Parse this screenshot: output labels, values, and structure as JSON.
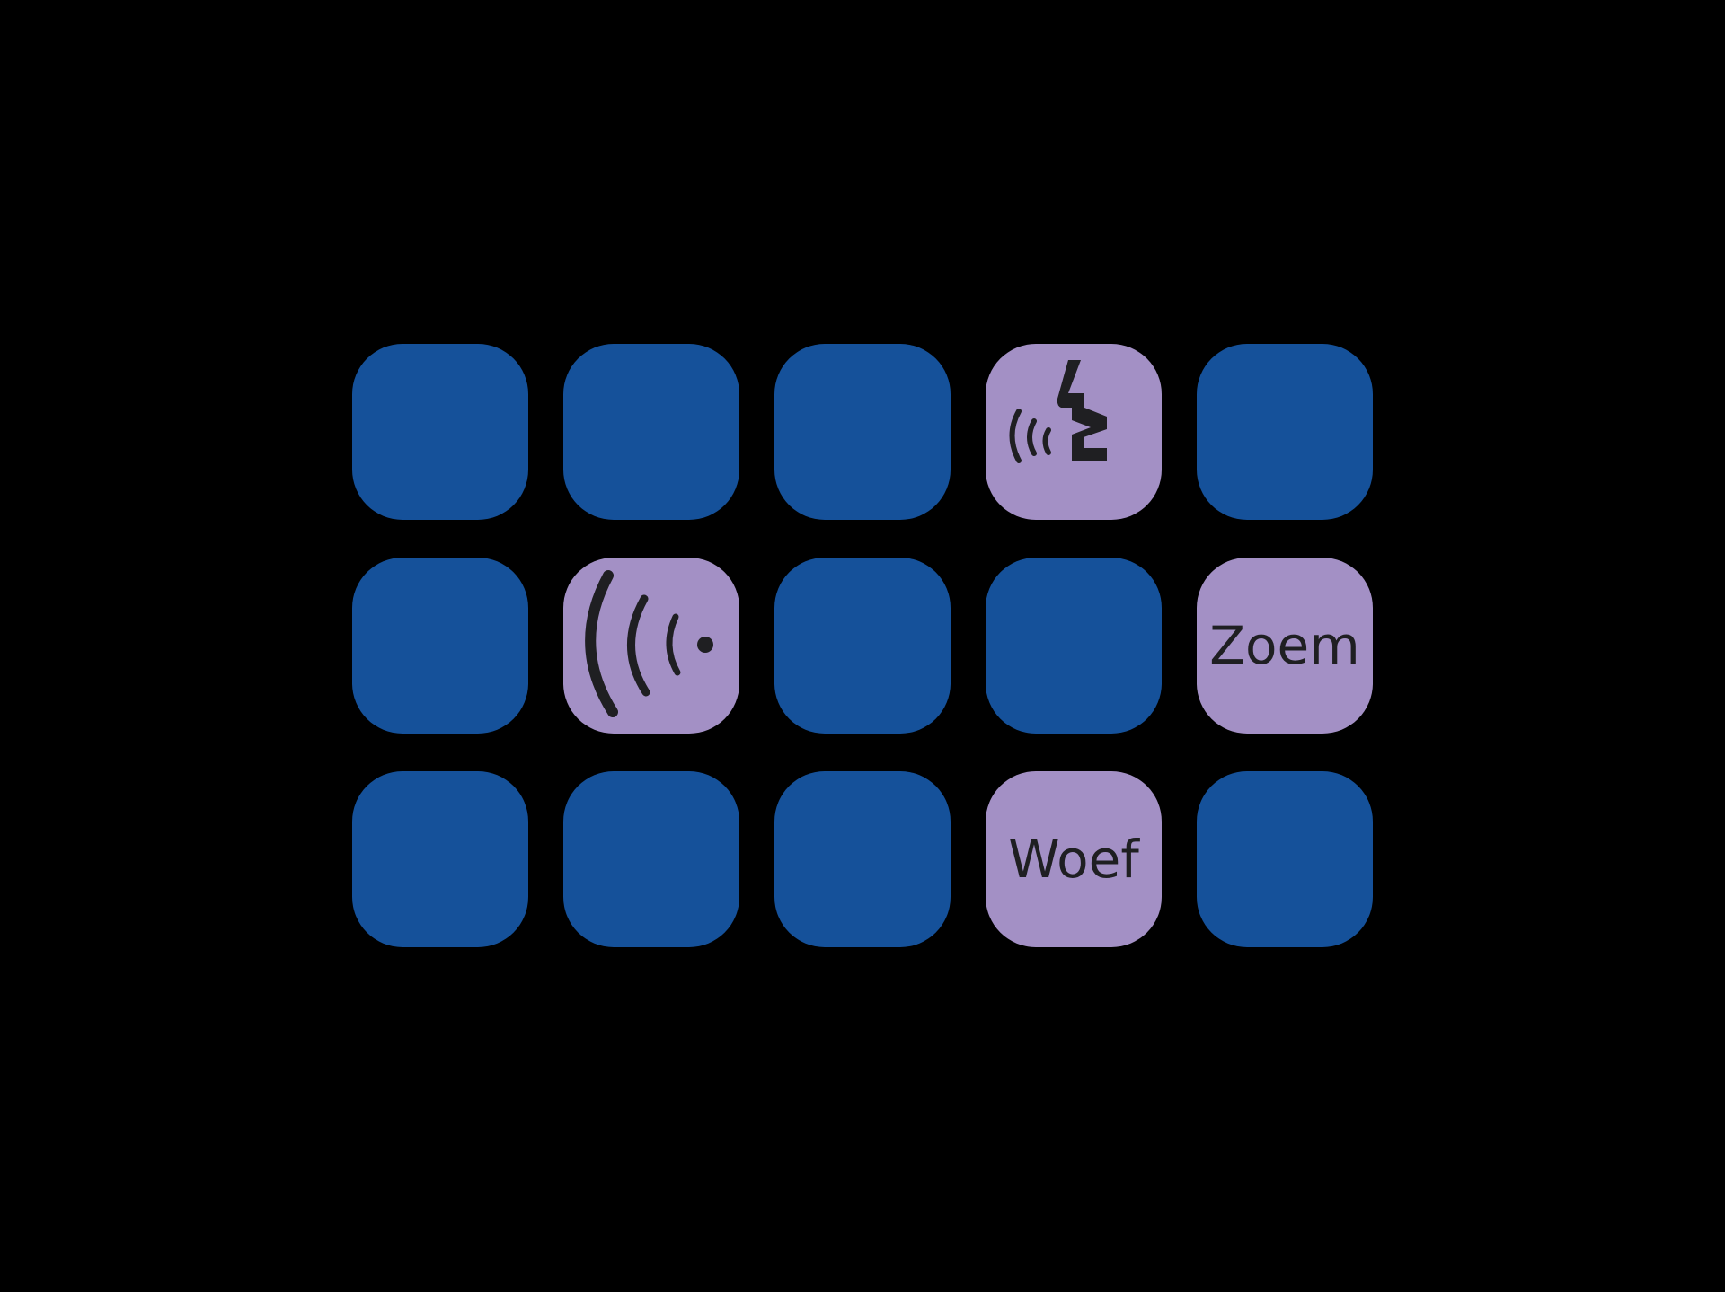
{
  "game": {
    "rows": 3,
    "columns": 5,
    "colors": {
      "background": "#000000",
      "hidden_tile": "#15519a",
      "revealed_tile": "#a390c5",
      "symbol": "#1f1f22"
    },
    "tiles": [
      {
        "row": 1,
        "col": 1,
        "state": "hidden"
      },
      {
        "row": 1,
        "col": 2,
        "state": "hidden"
      },
      {
        "row": 1,
        "col": 3,
        "state": "hidden"
      },
      {
        "row": 1,
        "col": 4,
        "state": "revealed",
        "content_type": "icon",
        "icon": "buzz-icon"
      },
      {
        "row": 1,
        "col": 5,
        "state": "hidden"
      },
      {
        "row": 2,
        "col": 1,
        "state": "hidden"
      },
      {
        "row": 2,
        "col": 2,
        "state": "revealed",
        "content_type": "icon",
        "icon": "sound-waves-icon"
      },
      {
        "row": 2,
        "col": 3,
        "state": "hidden"
      },
      {
        "row": 2,
        "col": 4,
        "state": "hidden"
      },
      {
        "row": 2,
        "col": 5,
        "state": "revealed",
        "content_type": "text",
        "text": "Zoem"
      },
      {
        "row": 3,
        "col": 1,
        "state": "hidden"
      },
      {
        "row": 3,
        "col": 2,
        "state": "hidden"
      },
      {
        "row": 3,
        "col": 3,
        "state": "hidden"
      },
      {
        "row": 3,
        "col": 4,
        "state": "revealed",
        "content_type": "text",
        "text": "Woef"
      },
      {
        "row": 3,
        "col": 5,
        "state": "hidden"
      }
    ]
  }
}
